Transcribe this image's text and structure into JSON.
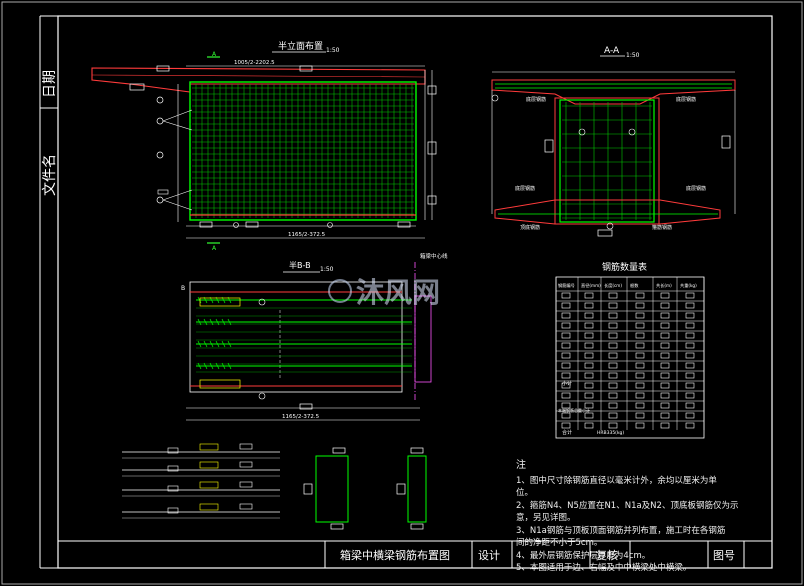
{
  "frame": {
    "side_labels": [
      "日期",
      "文件名"
    ],
    "title_block": {
      "drawing_title": "箱梁中横梁钢筋布置图",
      "design_label": "设计",
      "review_label": "复核",
      "figure_no_label": "图号"
    }
  },
  "views": {
    "elevation_title": "半立面布置",
    "elevation_scale": "1:50",
    "elevation_top_dim": "1005/2-2202.5",
    "elevation_bottom_dim": "1165/2-372.5",
    "section_aa_title": "A-A",
    "section_aa_scale": "1:50",
    "section_bb_title": "半B-B",
    "section_bb_scale": "1:50",
    "section_bb_dim": "1165/2-372.5",
    "centerline_label": "箱梁中心线",
    "cut_label_a": "A",
    "cut_label_b": "B"
  },
  "section_labels": {
    "top_left": "底层钢筋",
    "top_right": "底层钢筋",
    "bottom_left_1": "底层钢筋",
    "bottom_left_2": "顶底钢筋",
    "bottom_right_1": "底层钢筋",
    "bottom_right_2": "箍筋钢筋"
  },
  "rebar_table": {
    "title": "钢筋数量表",
    "headers": [
      "钢筋编号",
      "直径(mm)",
      "长度(cm)",
      "根数",
      "共长(m)",
      "共重(kg)"
    ],
    "summary_row_1": "小计",
    "summary_row_2": "本端钢筋总重小计",
    "total_label": "合计",
    "total_value": "HRB335(kg)"
  },
  "notes": {
    "heading": "注",
    "lines": [
      "1、图中尺寸除钢筋直径以毫米计外，余均以厘米为单",
      "   位。",
      "2、箍筋N4、N5应置在N1、N1a及N2、顶底板钢筋仅为示",
      "   意，另见详图。",
      "3、N1a钢筋与顶板顶面钢筋并列布置，施工时在各钢筋",
      "   间的净距不小于5cm。",
      "4、最外层钢筋保护层厚度为4cm。",
      "5、本图适用于边、右幅及中中横梁处中横梁。"
    ]
  },
  "watermark": "沐风网",
  "colors": {
    "background": "#000000",
    "frame": "#ffffff",
    "rebar": "#00ff00",
    "concrete_hatch": "#ff3b3b",
    "dimension": "#ff55ff",
    "yellow": "#ffff00",
    "cyan": "#33ccff"
  }
}
